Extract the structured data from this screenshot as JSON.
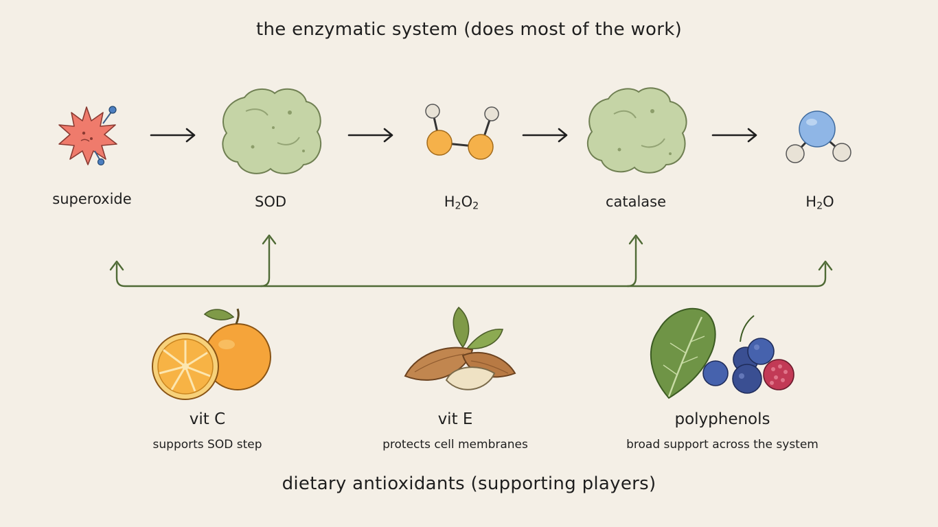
{
  "titles": {
    "top": "the enzymatic system (does most of the work)",
    "bottom": "dietary antioxidants (supporting players)"
  },
  "pathway": [
    {
      "label": "superoxide"
    },
    {
      "label": "SOD"
    },
    {
      "label_main": "H",
      "sub1": "2",
      "mid": "O",
      "sub2": "2"
    },
    {
      "label": "catalase"
    },
    {
      "label_main": "H",
      "sub1": "2",
      "mid": "O"
    }
  ],
  "foods": [
    {
      "name": "vit C",
      "desc": "supports SOD step"
    },
    {
      "name": "vit E",
      "desc": "protects cell membranes"
    },
    {
      "name": "polyphenols",
      "desc": "broad support across the system"
    }
  ],
  "colors": {
    "background": "#f4efe6",
    "enzyme": "#c5d4a6",
    "superoxide": "#ef7b6c",
    "peroxide_atom": "#f5b14a",
    "water_oxygen": "#8fb6e6",
    "connector": "#4f6a35"
  }
}
